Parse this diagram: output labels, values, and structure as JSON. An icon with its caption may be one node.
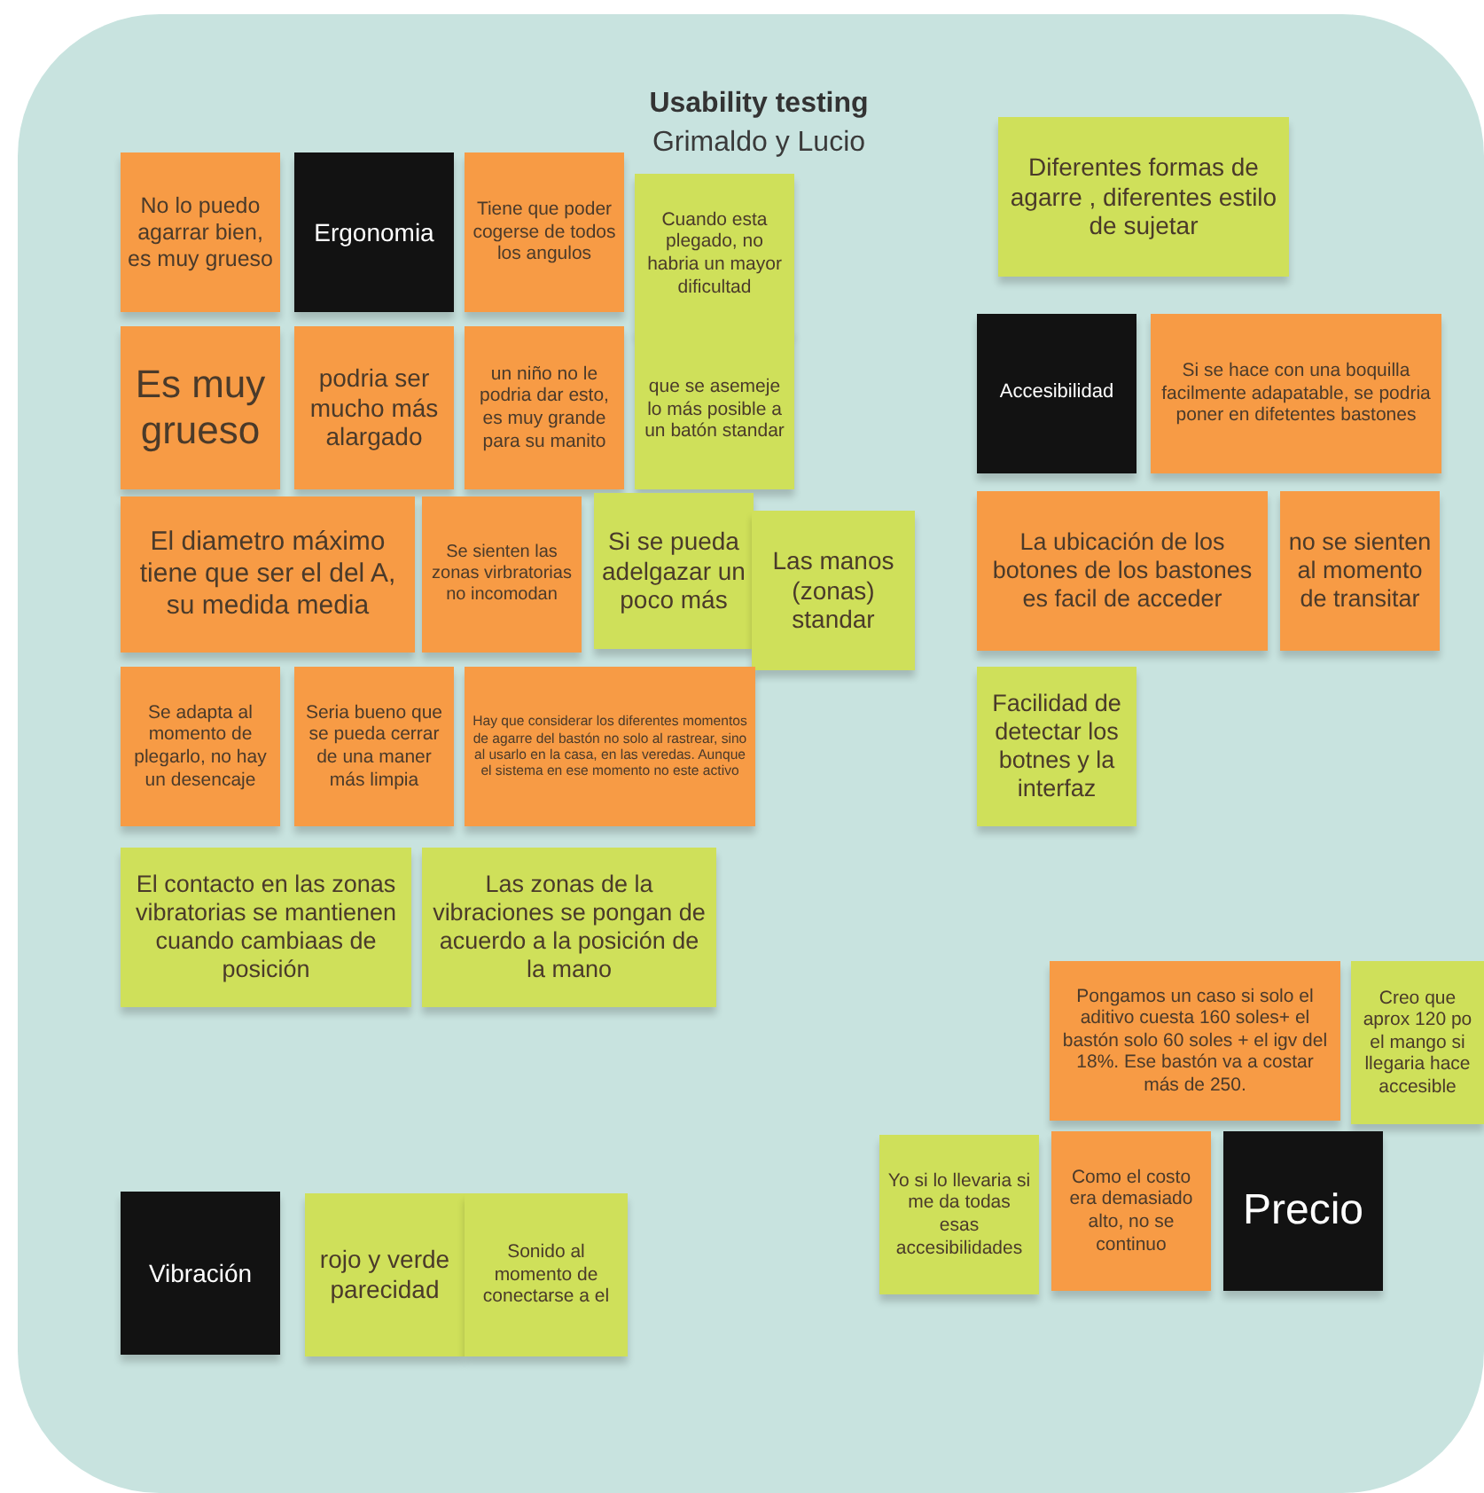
{
  "diagram": {
    "title": "Usability testing",
    "nodes": [
      {
        "text": [
          "No lo puedo agarrar bien, es muy grueso"
        ]
      },
      {
        "text": [
          "Ergonomia"
        ]
      },
      {
        "text": [
          "Tiene que poder cogerse de todos los angulos"
        ]
      },
      {
        "text": [
          "Cuando esta plegado, no habria un mayor dificultad"
        ]
      },
      {
        "text": [
          "Es muy grueso"
        ]
      },
      {
        "text": [
          "podria ser mucho más alargado"
        ]
      },
      {
        "text": [
          "un niño no le podria dar esto, es muy grande para su manito"
        ]
      },
      {
        "text": [
          "que se asemeje lo más posible a un batón standar"
        ]
      },
      {
        "text": [
          "El diametro máximo tiene que ser el del A, su medida media"
        ]
      },
      {
        "text": [
          "Se sienten las zonas virbratorias no incomodan"
        ]
      },
      {
        "text": [
          "Si se pueda adelgazar un poco más"
        ]
      },
      {
        "text": [
          "Las manos (zonas) standar"
        ]
      },
      {
        "text": [
          "Se adapta al momento de plegarlo, no hay un desencaje"
        ]
      },
      {
        "text": [
          "Seria bueno que se pueda cerrar de una maner más limpia"
        ]
      },
      {
        "text": [
          "Hay que considerar los diferentes momentos de agarre del bastón no solo al rastrear, sino al usarlo en la casa, en las veredas. Aunque el sistema en ese momento no este activo"
        ]
      },
      {
        "text": [
          "El contacto en las zonas vibratorias se mantienen cuando cambiaas de posición"
        ]
      },
      {
        "text": [
          "Las zonas de la vibraciones se pongan de acuerdo a la posición de la mano"
        ]
      },
      {
        "text": [
          "Diferentes formas de agarre , diferentes estilo de sujetar"
        ]
      },
      {
        "text": [
          "Accesibilidad"
        ]
      },
      {
        "text": [
          "Si se hace con una boquilla facilmente adapatable, se podria poner en difetentes bastones"
        ]
      },
      {
        "text": [
          "La ubicación de los botones de los bastones es facil de acceder"
        ]
      },
      {
        "text": [
          "no se sienten al momento de transitar"
        ]
      },
      {
        "text": [
          "Facilidad de detectar los botnes y la interfaz"
        ]
      },
      {
        "text": [
          "Pongamos un caso si solo el aditivo cuesta 160 soles+ el bastón solo 60 soles + el igv del 18%. Ese bastón va a costar más de 250."
        ]
      },
      {
        "text": [
          "Creo que aprox 120 po el mango si llegaria hace accesible"
        ]
      },
      {
        "text": [
          "Yo si lo llevaria si me da todas esas accesibilidades"
        ]
      },
      {
        "text": [
          "Como el costo era demasiado alto, no se continuo"
        ]
      },
      {
        "text": [
          "Precio"
        ]
      },
      {
        "text": [
          "Vibración"
        ]
      },
      {
        "text": [
          "rojo y verde parecidad"
        ]
      },
      {
        "text": [
          "Sonido al momento de conectarse a el"
        ]
      }
    ],
    "labels": [
      "Grimaldo y Lucio"
    ]
  }
}
